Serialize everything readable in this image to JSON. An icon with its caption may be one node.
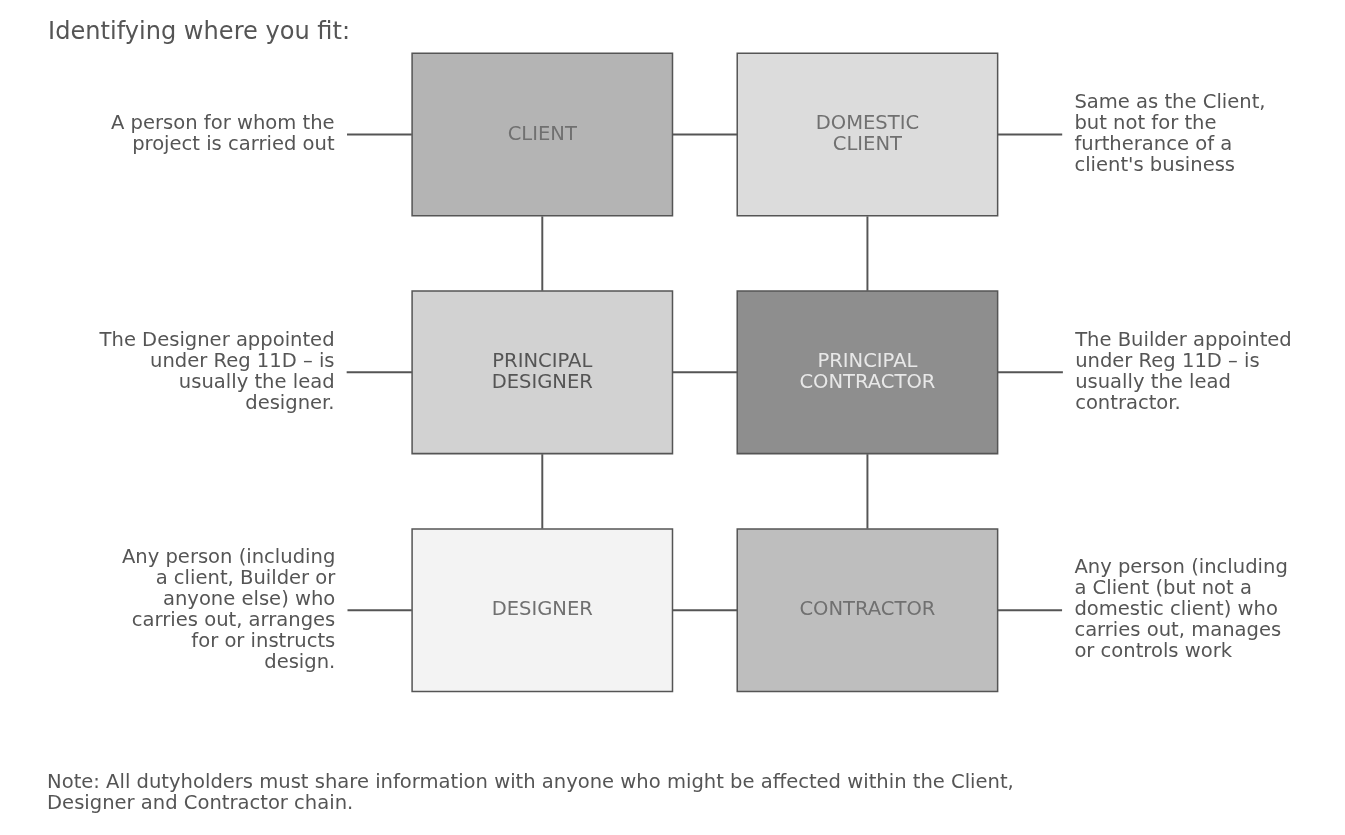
{
  "diagram": {
    "title": "Identifying where you fit:",
    "caption": "Note: All dutyholders must share information with anyone who might be affected within the Client, Designer and Contractor chain.",
    "nodes": [
      {
        "text": [
          "A person for whom the project is carried out"
        ]
      },
      {
        "text": [
          "CLIENT"
        ]
      },
      {
        "text": [
          "DOMESTIC CLIENT"
        ]
      },
      {
        "text": [
          "Same as the Client, but not for the furtherance of a client's business"
        ]
      },
      {
        "text": [
          "The Designer appointed under Reg 11D – is usually the lead designer."
        ]
      },
      {
        "text": [
          "PRINCIPAL DESIGNER"
        ]
      },
      {
        "text": [
          "PRINCIPAL CONTRACTOR"
        ]
      },
      {
        "text": [
          "The Builder appointed under Reg 11D – is usually the lead contractor."
        ]
      },
      {
        "text": [
          "Any person (including a client, Builder or anyone else) who carries out, arranges for or instructs design."
        ]
      },
      {
        "text": [
          "DESIGNER"
        ]
      },
      {
        "text": [
          "CONTRACTOR"
        ]
      },
      {
        "text": [
          "Any person (including a Client (but not a domestic client) who carries out, manages or controls work"
        ]
      }
    ],
    "edges": [
      {
        "from": 0,
        "to": 1,
        "arrow": "none"
      },
      {
        "from": 2,
        "to": 3,
        "arrow": "none"
      },
      {
        "from": 1,
        "to": 2,
        "arrow": "none"
      },
      {
        "from": 1,
        "to": 5,
        "arrow": "none"
      },
      {
        "from": 2,
        "to": 6,
        "arrow": "none"
      },
      {
        "from": 4,
        "to": 5,
        "arrow": "none"
      },
      {
        "from": 5,
        "to": 6,
        "arrow": "none"
      },
      {
        "from": 6,
        "to": 7,
        "arrow": "none"
      },
      {
        "from": 5,
        "to": 9,
        "arrow": "none"
      },
      {
        "from": 6,
        "to": 10,
        "arrow": "none"
      },
      {
        "from": 8,
        "to": 9,
        "arrow": "none"
      },
      {
        "from": 9,
        "to": 10,
        "arrow": "none"
      },
      {
        "from": 10,
        "to": 11,
        "arrow": "none"
      }
    ]
  }
}
